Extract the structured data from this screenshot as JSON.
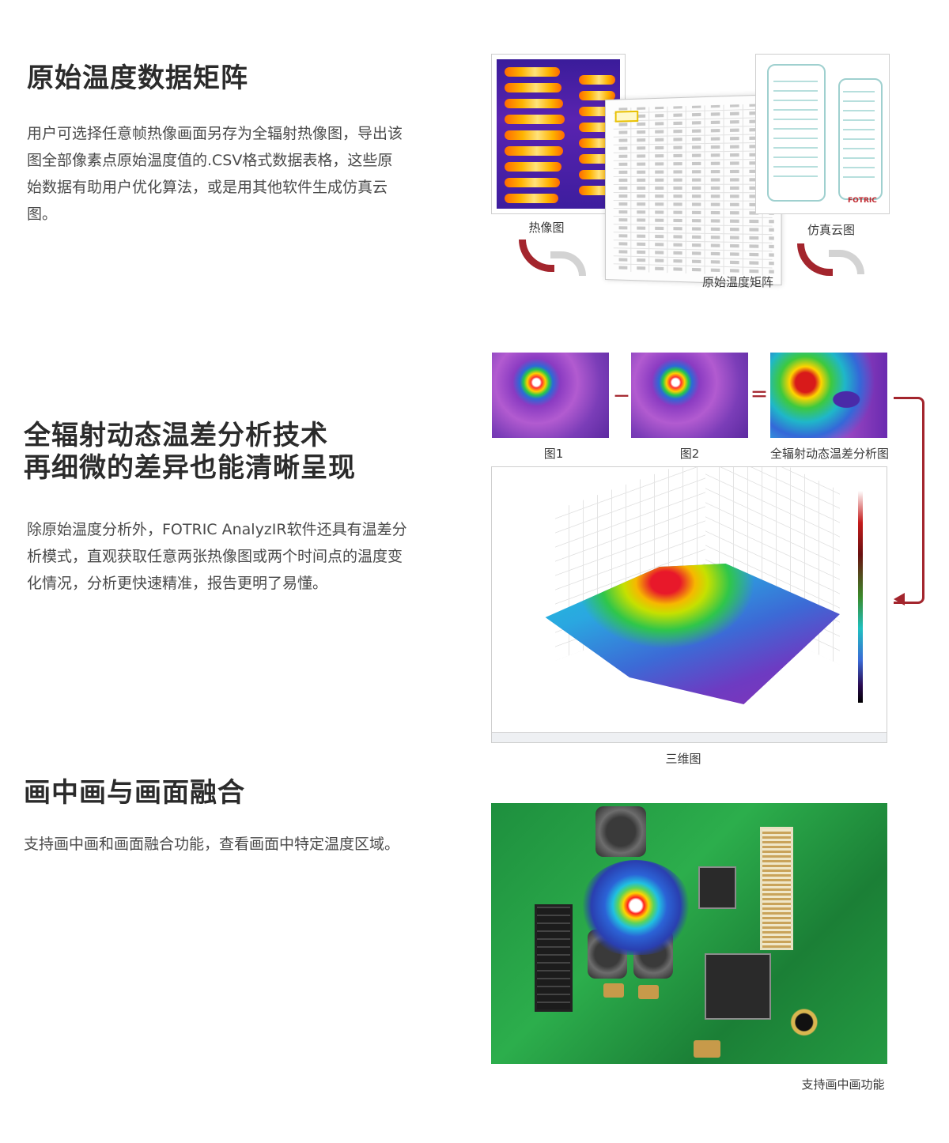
{
  "section1": {
    "title": "原始温度数据矩阵",
    "body": "用户可选择任意帧热像画面另存为全辐射热像图，导出该图全部像素点原始温度值的.CSV格式数据表格，这些原始数据有助用户优化算法，或是用其他软件生成仿真云图。",
    "captions": {
      "thermal": "热像图",
      "cloud": "仿真云图",
      "matrix": "原始温度矩阵"
    },
    "brand": "FOTRIC"
  },
  "section2": {
    "title_line1": "全辐射动态温差分析技术",
    "title_line2": "再细微的差异也能清晰呈现",
    "body": "除原始温度分析外，FOTRIC  AnalyzIR软件还具有温差分析模式，直观获取任意两张热像图或两个时间点的温度变化情况，分析更快速精准，报告更明了易懂。",
    "captions": {
      "img1": "图1",
      "img2": "图2",
      "diff": "全辐射动态温差分析图",
      "chart3d": "三维图"
    },
    "operators": {
      "minus": "－",
      "equals": "＝"
    }
  },
  "section3": {
    "title": "画中画与画面融合",
    "body": "支持画中画和画面融合功能，查看画面中特定温度区域。",
    "caption": "支持画中画功能"
  },
  "colors": {
    "accent": "#a3252d",
    "text": "#4a4a4a",
    "heading": "#2b2b2b"
  }
}
